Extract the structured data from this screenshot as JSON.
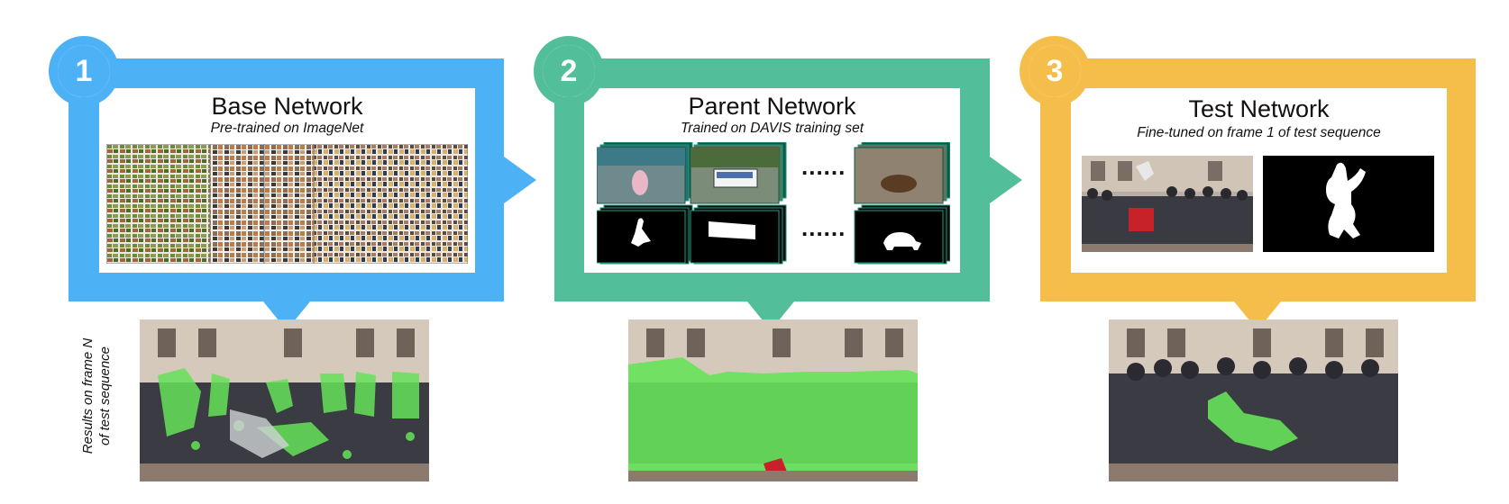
{
  "colors": {
    "blue": "#4DB1F5",
    "teal": "#52BE9A",
    "yellow": "#F5BE4A",
    "seg_green": "#66E25A"
  },
  "panels": [
    {
      "number": "1",
      "title": "Base Network",
      "subtitle": "Pre-trained on ImageNet"
    },
    {
      "number": "2",
      "title": "Parent Network",
      "subtitle": "Trained on DAVIS training set"
    },
    {
      "number": "3",
      "title": "Test Network",
      "subtitle": "Fine-tuned on frame 1 of test sequence"
    }
  ],
  "dots": "......",
  "side_label": {
    "line1": "Results on frame N",
    "line2": "of test sequence"
  }
}
